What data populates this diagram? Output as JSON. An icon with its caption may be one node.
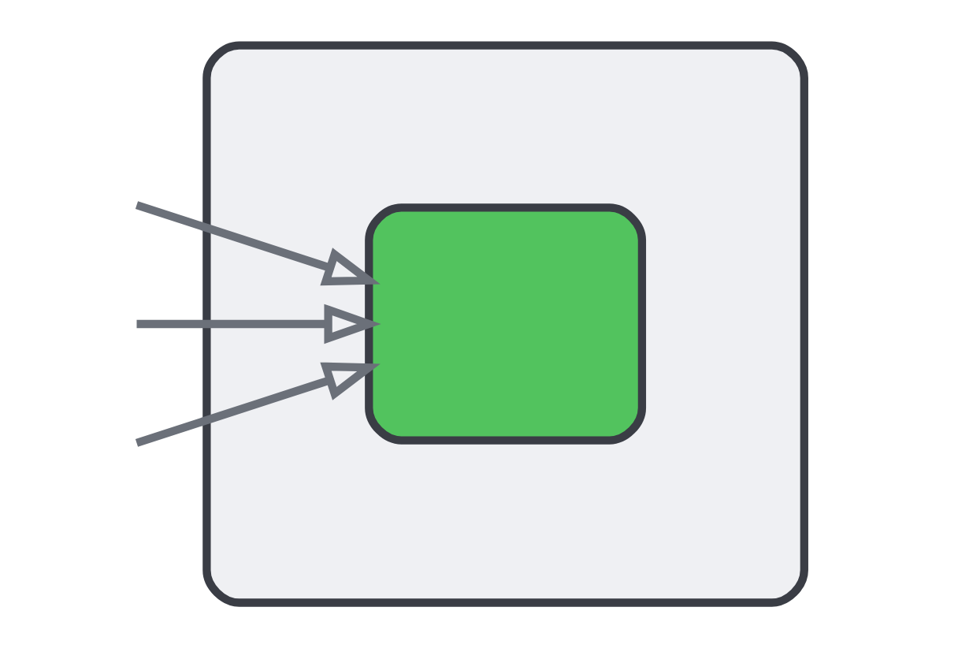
{
  "diagram": {
    "nodes": [
      {
        "text": [],
        "shape": "box"
      },
      {
        "text": [],
        "shape": "box",
        "in": 0
      }
    ],
    "edges": [
      {
        "from": null,
        "to": 1,
        "arrow": "to"
      },
      {
        "from": null,
        "to": 1,
        "arrow": "to"
      },
      {
        "from": null,
        "to": 1,
        "arrow": "to"
      }
    ]
  }
}
